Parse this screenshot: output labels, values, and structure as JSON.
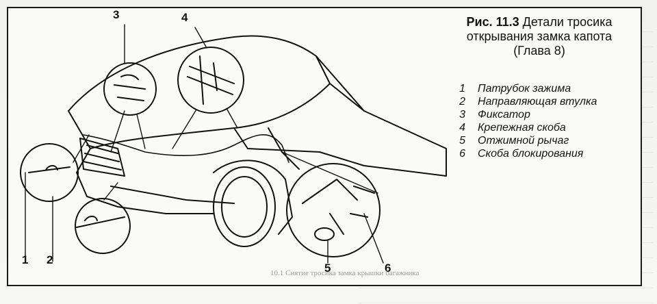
{
  "figure": {
    "number": "Рис. 11.3",
    "title_line1": "Детали тросика",
    "title_line2": "открывания замка капота",
    "title_line3": "(Глава 8)"
  },
  "legend": [
    {
      "num": "1",
      "label": "Патрубок зажима"
    },
    {
      "num": "2",
      "label": "Направляющая втулка"
    },
    {
      "num": "3",
      "label": "Фиксатор"
    },
    {
      "num": "4",
      "label": "Крепежная скоба"
    },
    {
      "num": "5",
      "label": "Отжимной рычаг"
    },
    {
      "num": "6",
      "label": "Скоба блокирования"
    }
  ],
  "callouts": {
    "c1": "1",
    "c2": "2",
    "c3": "3",
    "c4": "4",
    "c5": "5",
    "c6": "6"
  },
  "bleed_caption": "10.1 Снятие тросика замка крышки багажника"
}
